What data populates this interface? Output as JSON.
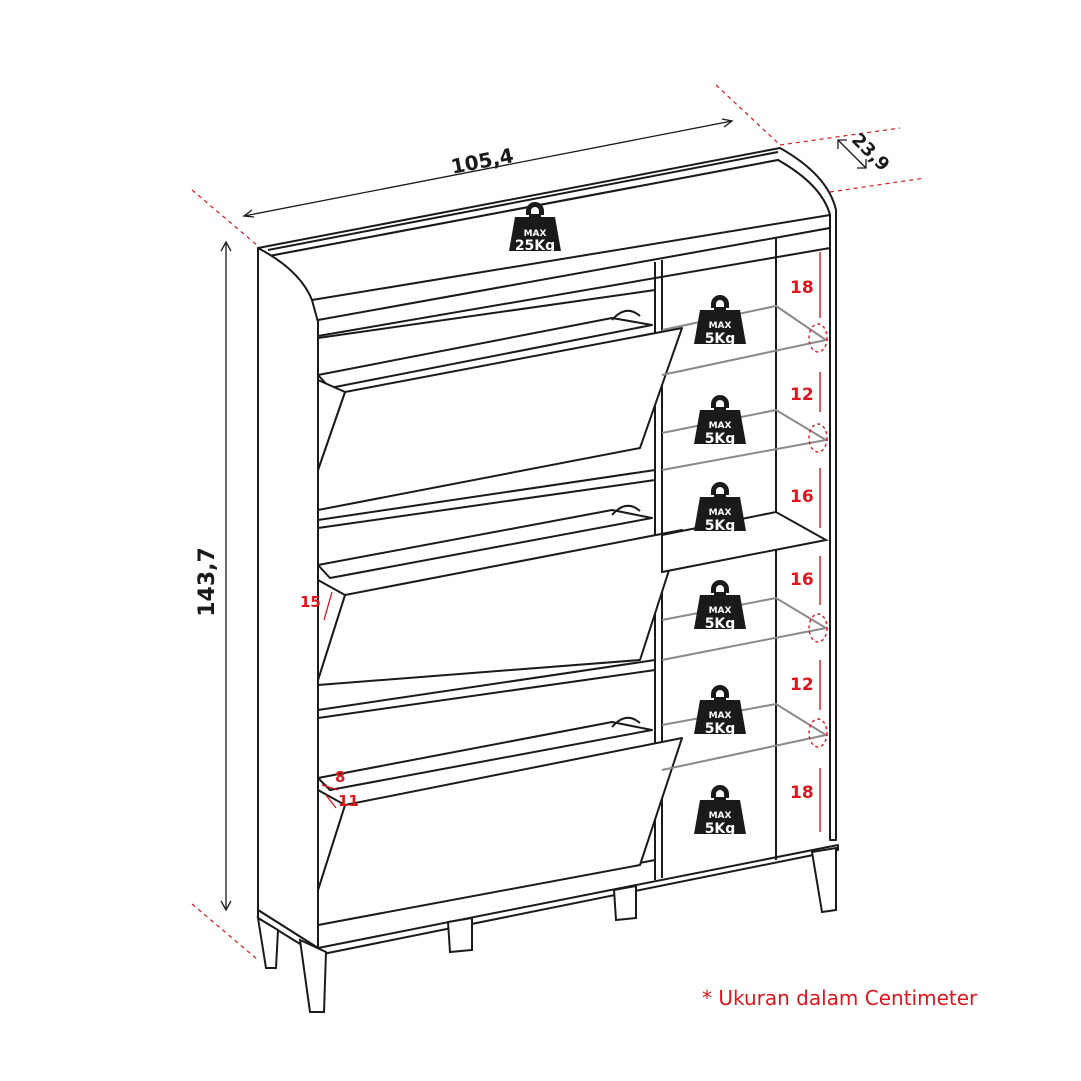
{
  "dimensions": {
    "width": "105,4",
    "depth": "23,9",
    "height": "143,7"
  },
  "top_weight": {
    "max": "MAX",
    "load": "25Kg"
  },
  "shelf_weights": [
    {
      "max": "MAX",
      "load": "5Kg"
    },
    {
      "max": "MAX",
      "load": "5Kg"
    },
    {
      "max": "MAX",
      "load": "5Kg"
    },
    {
      "max": "MAX",
      "load": "5Kg"
    },
    {
      "max": "MAX",
      "load": "5Kg"
    },
    {
      "max": "MAX",
      "load": "5Kg"
    }
  ],
  "shelf_gaps": [
    "18",
    "12",
    "16",
    "16",
    "12",
    "18"
  ],
  "flap_dims": {
    "angle_gap": "15",
    "top_gap": "8",
    "side_gap": "11"
  },
  "note": "* Ukuran dalam Centimeter",
  "colors": {
    "line": "#1a1a1a",
    "accent_red": "#e0141c",
    "glass": "#8a8a8a"
  }
}
